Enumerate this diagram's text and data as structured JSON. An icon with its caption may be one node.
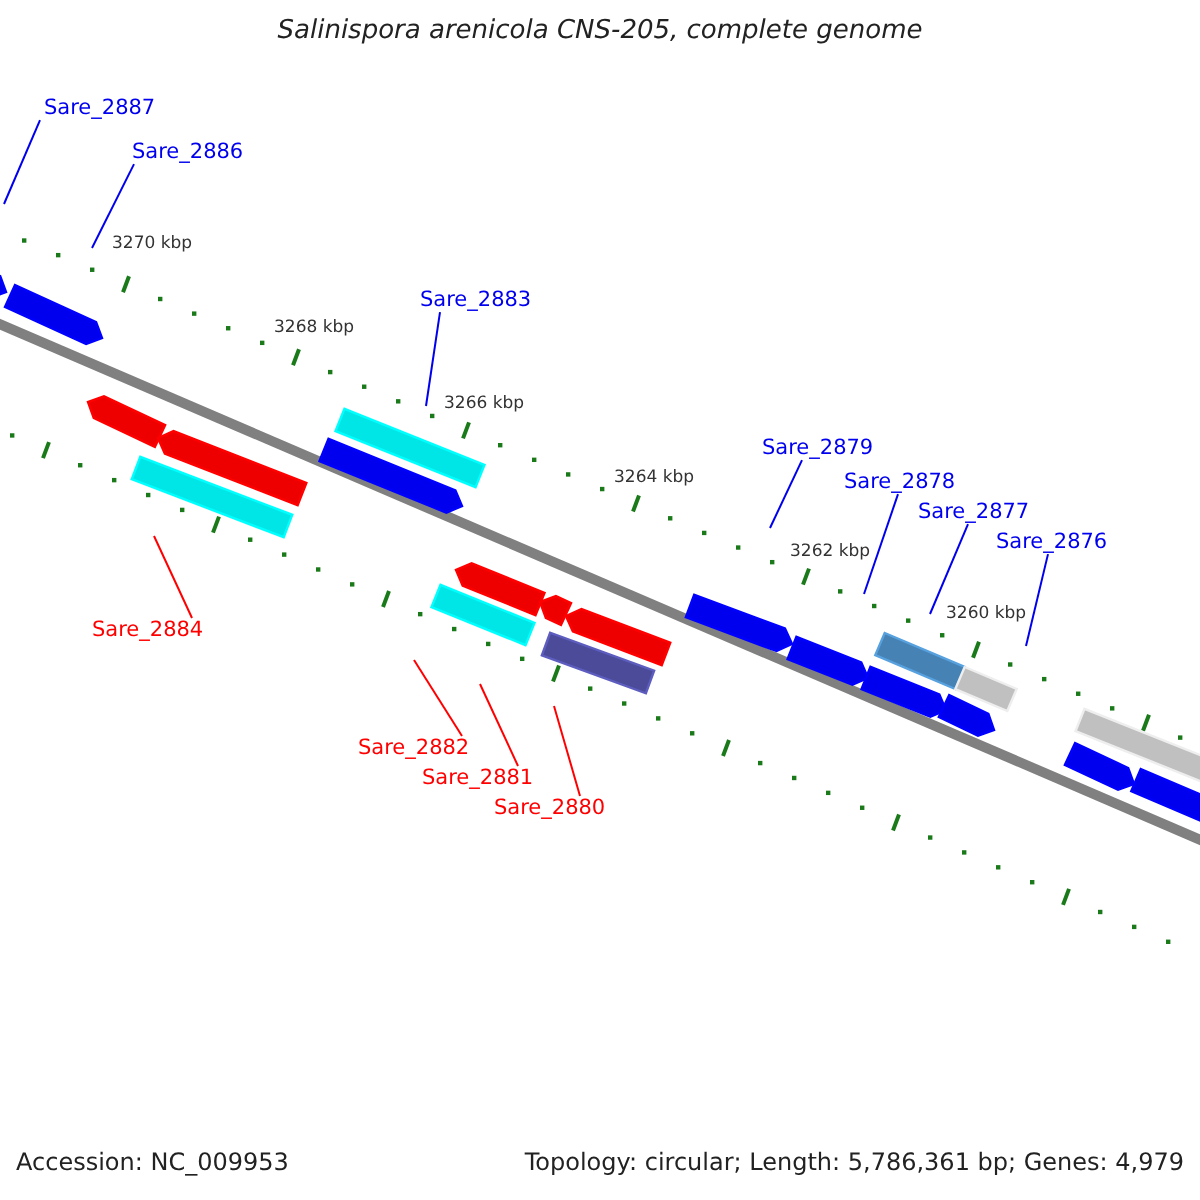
{
  "diagram": {
    "title": "Salinispora arenicola CNS-205, complete genome",
    "nodes": [
      {
        "text": [
          "Sare_2887"
        ]
      },
      {
        "text": [
          "Sare_2886"
        ]
      },
      {
        "text": [
          "Sare_2883"
        ]
      },
      {
        "text": [
          "Sare_2879"
        ]
      },
      {
        "text": [
          "Sare_2878"
        ]
      },
      {
        "text": [
          "Sare_2877"
        ]
      },
      {
        "text": [
          "Sare_2876"
        ]
      },
      {
        "text": [
          "Sare_2884"
        ]
      },
      {
        "text": [
          "Sare_2882"
        ]
      },
      {
        "text": [
          "Sare_2881"
        ]
      },
      {
        "text": [
          "Sare_2880"
        ]
      }
    ],
    "edges": [
      {
        "from": 0,
        "to": null,
        "arrow": "none"
      },
      {
        "from": 1,
        "to": null,
        "arrow": "none"
      },
      {
        "from": 2,
        "to": null,
        "arrow": "none"
      },
      {
        "from": 3,
        "to": null,
        "arrow": "none"
      },
      {
        "from": 4,
        "to": null,
        "arrow": "none"
      },
      {
        "from": 5,
        "to": null,
        "arrow": "none"
      },
      {
        "from": 6,
        "to": null,
        "arrow": "none"
      },
      {
        "from": 7,
        "to": null,
        "arrow": "none",
        "color": "#ff0000"
      },
      {
        "from": 8,
        "to": null,
        "arrow": "none",
        "color": "#ff0000"
      },
      {
        "from": 9,
        "to": null,
        "arrow": "none",
        "color": "#ff0000"
      },
      {
        "from": 10,
        "to": null,
        "arrow": "none",
        "color": "#ff0000"
      }
    ],
    "labels": [
      "3270 kbp",
      "3268 kbp",
      "3266 kbp",
      "3264 kbp",
      "3262 kbp",
      "3260 kbp",
      "Accession: NC_009953",
      "Topology: circular; Length: 5,786,361 bp; Genes: 4,979"
    ]
  }
}
